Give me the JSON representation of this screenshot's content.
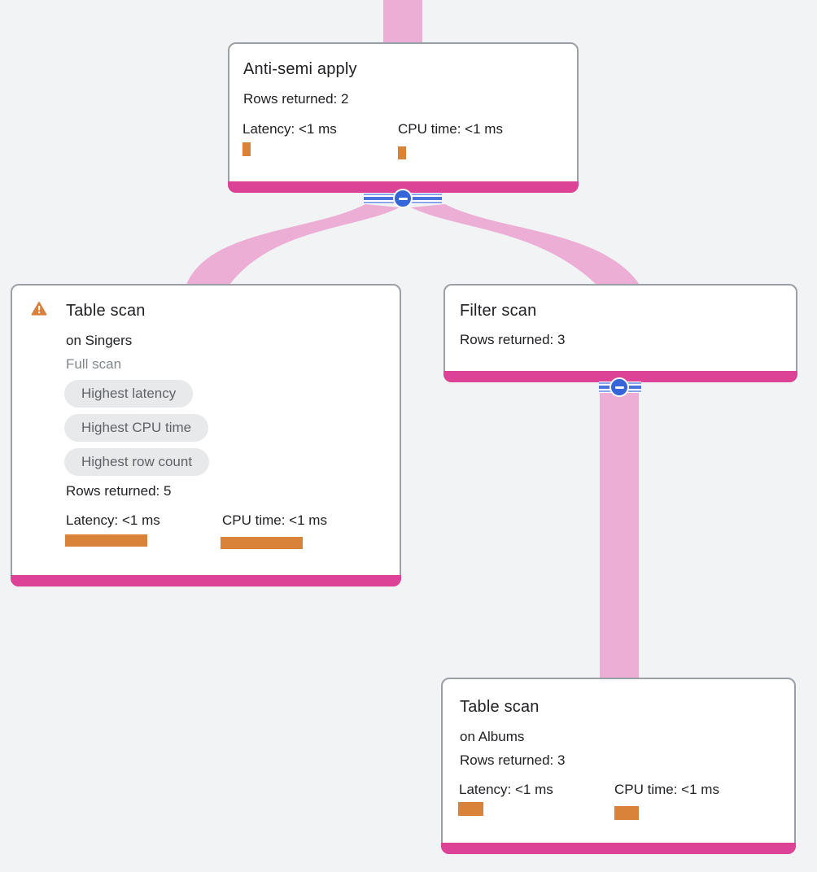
{
  "diagram": {
    "kind": "query-execution-plan-tree",
    "colors": {
      "background": "#f1f3f4",
      "flow_edge_pink": "#ecaed5",
      "node_accent_magenta": "#dc4397",
      "metric_bar_orange": "#d9823a",
      "collapse_button_blue": "#3566d8",
      "badge_background": "#e8e9eb",
      "badge_text": "#5f6368",
      "muted_text": "#80868b",
      "card_border": "#9aa0a6"
    },
    "icons": {
      "warning": "warning-triangle-icon",
      "collapse": "minus-icon"
    }
  },
  "nodes": {
    "anti_semi_apply": {
      "title": "Anti-semi apply",
      "rows_returned": "Rows returned: 2",
      "latency_label": "Latency: <1 ms",
      "cpu_label": "CPU time: <1 ms"
    },
    "table_scan_singers": {
      "title": "Table scan",
      "target": "on Singers",
      "scan_mode": "Full scan",
      "badges": [
        "Highest latency",
        "Highest CPU time",
        "Highest row count"
      ],
      "rows_returned": "Rows returned: 5",
      "latency_label": "Latency: <1 ms",
      "cpu_label": "CPU time: <1 ms"
    },
    "filter_scan": {
      "title": "Filter scan",
      "rows_returned": "Rows returned: 3"
    },
    "table_scan_albums": {
      "title": "Table scan",
      "target": "on Albums",
      "rows_returned": "Rows returned: 3",
      "latency_label": "Latency: <1 ms",
      "cpu_label": "CPU time: <1 ms"
    }
  }
}
